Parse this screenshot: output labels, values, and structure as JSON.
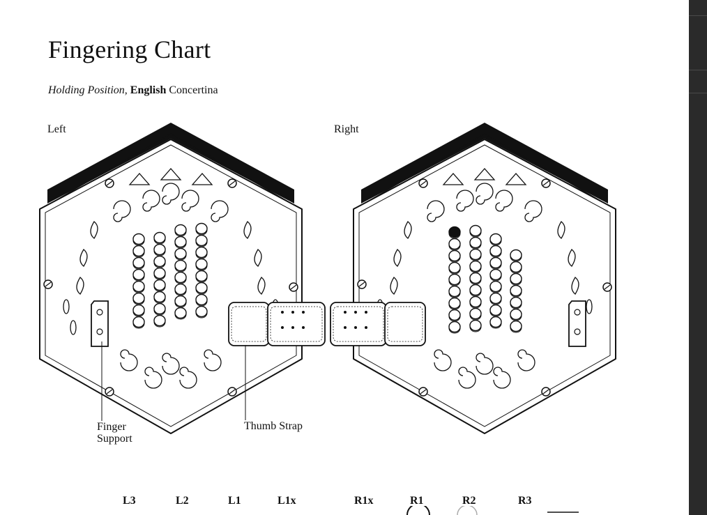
{
  "header": {
    "title": "Fingering Chart",
    "subtitle_italic": "Holding Position",
    "subtitle_sep": ", ",
    "subtitle_bold": "English",
    "subtitle_rest": " Concertina"
  },
  "sides": {
    "left": "Left",
    "right": "Right"
  },
  "callouts": {
    "finger_support_1": "Finger",
    "finger_support_2": "Support",
    "thumb_strap": "Thumb Strap"
  },
  "finger_labels": [
    "L3",
    "L2",
    "L1",
    "L1x",
    "R1x",
    "R1",
    "R2",
    "R3"
  ],
  "colors": {
    "ink": "#111111",
    "paper": "#ffffff",
    "viewer_sidebar": "#2a2a2a"
  }
}
